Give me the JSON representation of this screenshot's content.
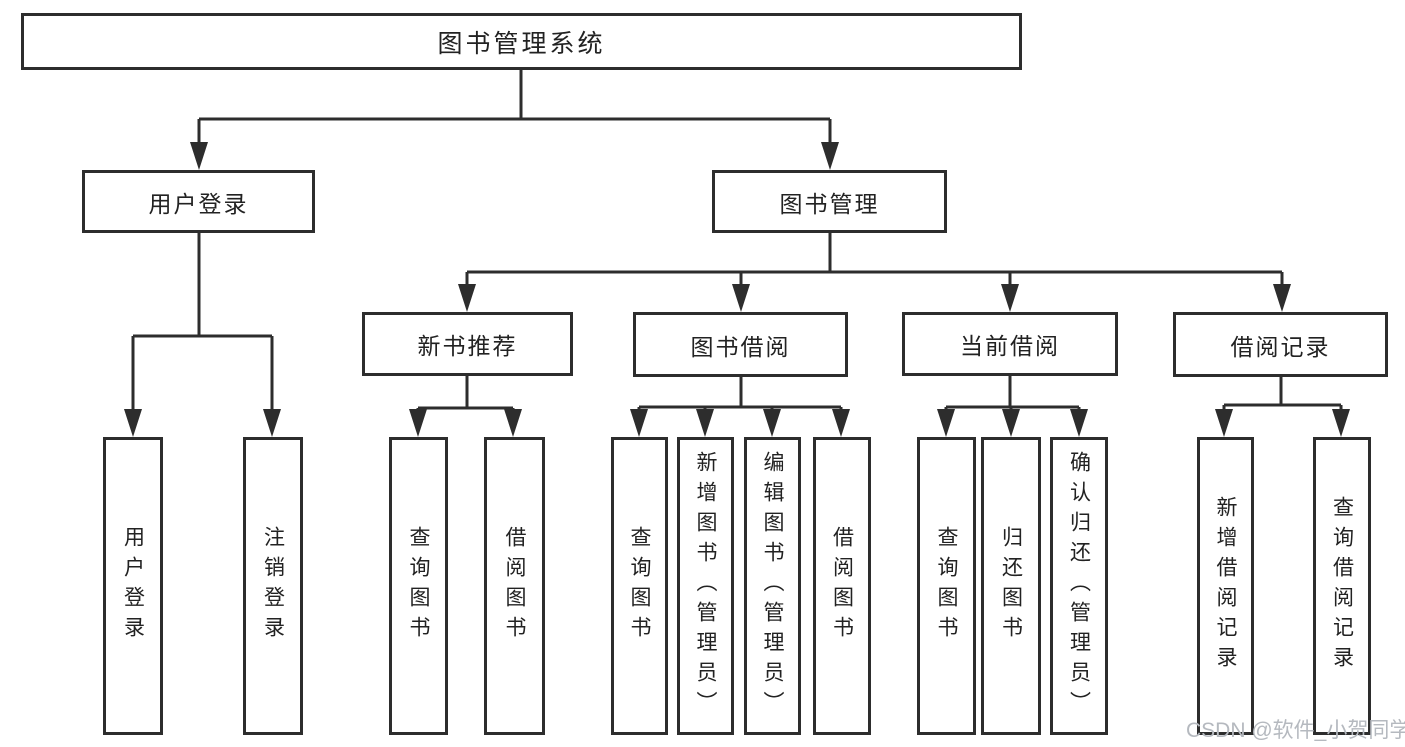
{
  "diagram": {
    "type": "hierarchy-tree",
    "root": {
      "label": "图书管理系统",
      "children": [
        {
          "label": "用户登录",
          "children": [
            {
              "label": "用户登录"
            },
            {
              "label": "注销登录"
            }
          ]
        },
        {
          "label": "图书管理",
          "children": [
            {
              "label": "新书推荐",
              "children": [
                {
                  "label": "查询图书"
                },
                {
                  "label": "借阅图书"
                }
              ]
            },
            {
              "label": "图书借阅",
              "children": [
                {
                  "label": "查询图书"
                },
                {
                  "label": "新增图书（管理员）"
                },
                {
                  "label": "编辑图书（管理员）"
                },
                {
                  "label": "借阅图书"
                }
              ]
            },
            {
              "label": "当前借阅",
              "children": [
                {
                  "label": "查询图书"
                },
                {
                  "label": "归还图书"
                },
                {
                  "label": "确认归还（管理员）"
                }
              ]
            },
            {
              "label": "借阅记录",
              "children": [
                {
                  "label": "新增借阅记录"
                },
                {
                  "label": "查询借阅记录"
                }
              ]
            }
          ]
        }
      ]
    },
    "watermark": "CSDN @软件_小贺同学",
    "colors": {
      "line": "#2d2d2d",
      "box_border": "#2d2d2d",
      "box_background": "#ffffff",
      "text": "#222222",
      "watermark": "#b5b9bf",
      "background": "#ffffff"
    }
  }
}
